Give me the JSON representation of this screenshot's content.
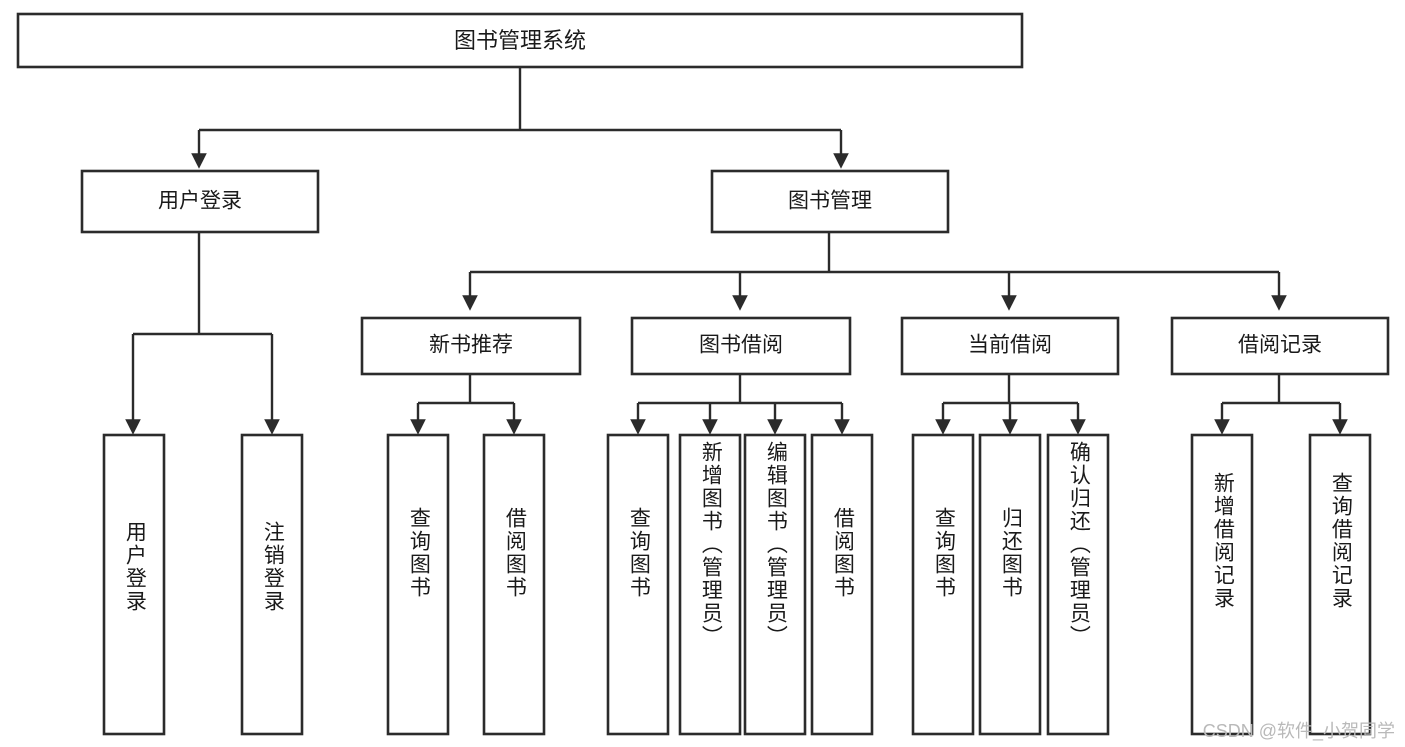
{
  "diagram": {
    "type": "tree-hierarchy-diagram",
    "title": "图书管理系统",
    "root": {
      "id": "root",
      "label": "图书管理系统"
    },
    "level2": [
      {
        "id": "user-login",
        "label": "用户登录"
      },
      {
        "id": "book-management",
        "label": "图书管理"
      }
    ],
    "level3": [
      {
        "id": "new-book-recommend",
        "label": "新书推荐"
      },
      {
        "id": "book-borrow",
        "label": "图书借阅"
      },
      {
        "id": "current-borrow",
        "label": "当前借阅"
      },
      {
        "id": "borrow-record",
        "label": "借阅记录"
      }
    ],
    "leaves": [
      {
        "id": "leaf-user-login",
        "label": "用户登录",
        "parent": "user-login"
      },
      {
        "id": "leaf-logout-login",
        "label": "注销登录",
        "parent": "user-login"
      },
      {
        "id": "leaf-query-book-1",
        "label": "查询图书",
        "parent": "new-book-recommend"
      },
      {
        "id": "leaf-borrow-book-1",
        "label": "借阅图书",
        "parent": "new-book-recommend"
      },
      {
        "id": "leaf-query-book-2",
        "label": "查询图书",
        "parent": "book-borrow"
      },
      {
        "id": "leaf-add-book",
        "label": "新增图书（管理员）",
        "parent": "book-borrow"
      },
      {
        "id": "leaf-edit-book",
        "label": "编辑图书（管理员）",
        "parent": "book-borrow"
      },
      {
        "id": "leaf-borrow-book-2",
        "label": "借阅图书",
        "parent": "book-borrow"
      },
      {
        "id": "leaf-query-book-3",
        "label": "查询图书",
        "parent": "current-borrow"
      },
      {
        "id": "leaf-return-book",
        "label": "归还图书",
        "parent": "current-borrow"
      },
      {
        "id": "leaf-confirm-return",
        "label": "确认归还（管理员）",
        "parent": "current-borrow"
      },
      {
        "id": "leaf-add-record",
        "label": "新增借阅记录",
        "parent": "borrow-record"
      },
      {
        "id": "leaf-query-record",
        "label": "查询借阅记录",
        "parent": "borrow-record"
      }
    ],
    "colors": {
      "box_stroke": "#2b2b2b",
      "box_fill": "#ffffff",
      "text": "#1a1a1a",
      "background": "#ffffff",
      "watermark": "#b9b9b9"
    }
  },
  "watermark": {
    "text": "CSDN @软件_小贺同学"
  }
}
